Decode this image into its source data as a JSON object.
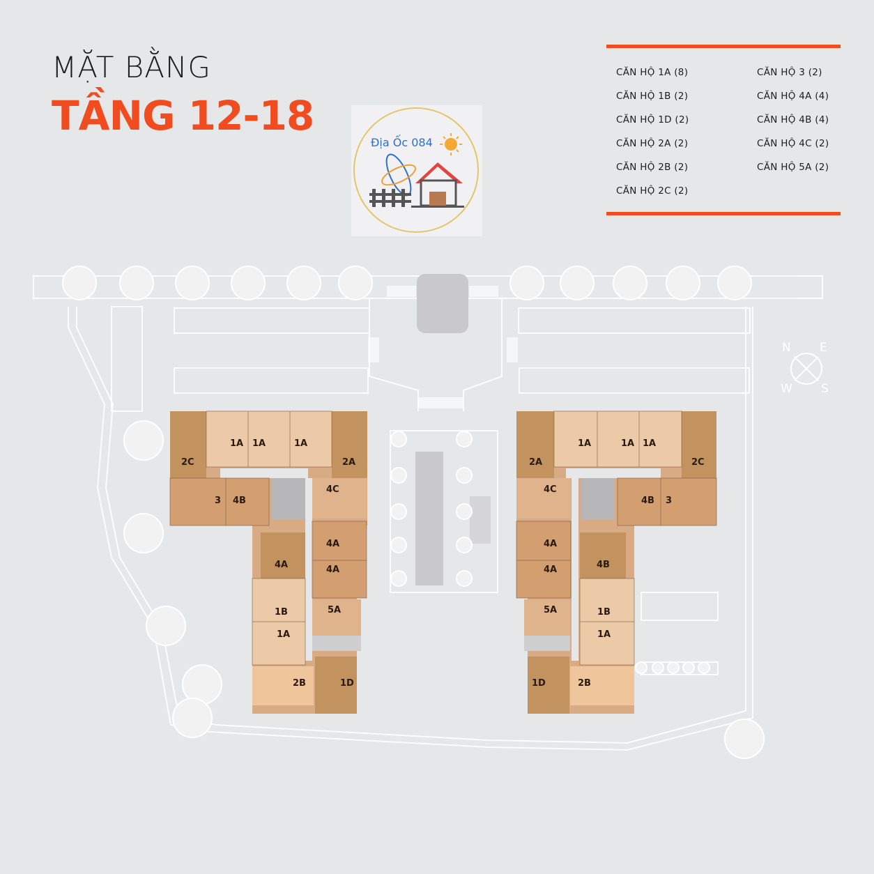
{
  "header": {
    "line1": "MẶT BẰNG",
    "line2": "TẦNG 12-18"
  },
  "legend": {
    "left": [
      "CĂN HỘ 1A (8)",
      "CĂN HỘ 1B (2)",
      "CĂN HỘ 1D (2)",
      "CĂN HỘ 2A (2)",
      "CĂN HỘ 2B (2)",
      "CĂN HỘ 2C (2)"
    ],
    "right": [
      "CĂN HỘ 3 (2)",
      "CĂN HỘ 4A (4)",
      "CĂN HỘ 4B (4)",
      "CĂN HỘ 4C (2)",
      "CĂN HỘ 5A (2)"
    ]
  },
  "watermark": {
    "text": "Địa Ốc 084"
  },
  "compass": {
    "n": "N",
    "e": "E",
    "w": "W",
    "s": "S"
  },
  "colors": {
    "accent": "#f04c1f",
    "background": "#e6e7e9",
    "unit_dark": "#c4966a",
    "unit_mid": "#dcb08a",
    "unit_light": "#ecc8a6"
  },
  "units": {
    "left": [
      {
        "label": "1A"
      },
      {
        "label": "1A"
      },
      {
        "label": "1A"
      },
      {
        "label": "2C"
      },
      {
        "label": "2A"
      },
      {
        "label": "3"
      },
      {
        "label": "4B"
      },
      {
        "label": "4C"
      },
      {
        "label": "4A"
      },
      {
        "label": "4A"
      },
      {
        "label": "4A"
      },
      {
        "label": "1B"
      },
      {
        "label": "5A"
      },
      {
        "label": "1A"
      },
      {
        "label": "2B"
      },
      {
        "label": "1D"
      }
    ],
    "right": [
      {
        "label": "1A"
      },
      {
        "label": "1A"
      },
      {
        "label": "1A"
      },
      {
        "label": "2A"
      },
      {
        "label": "2C"
      },
      {
        "label": "4C"
      },
      {
        "label": "4B"
      },
      {
        "label": "3"
      },
      {
        "label": "4A"
      },
      {
        "label": "4B"
      },
      {
        "label": "4A"
      },
      {
        "label": "5A"
      },
      {
        "label": "1B"
      },
      {
        "label": "1A"
      },
      {
        "label": "1D"
      },
      {
        "label": "2B"
      }
    ]
  }
}
